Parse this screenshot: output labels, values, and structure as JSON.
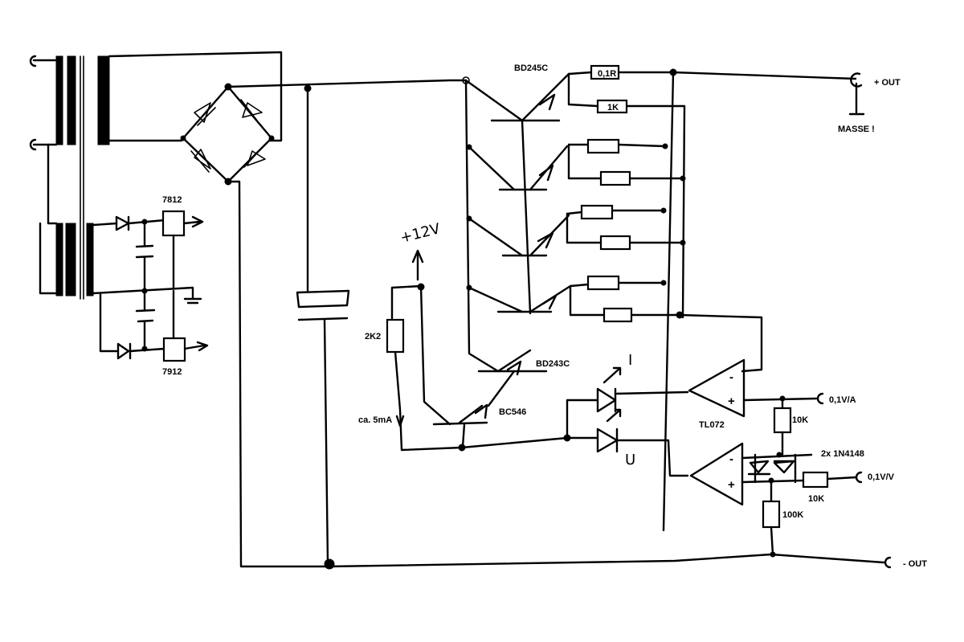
{
  "labels": {
    "top_transistor": "BD245C",
    "shunt_resistor": "0,1R",
    "emitter_resistor": "1K",
    "out_plus": "+ OUT",
    "ground": "MASSE !",
    "reg_pos": "7812",
    "reg_neg": "7912",
    "supply_12v": "+12V",
    "r_2k2": "2K2",
    "current_note": "ca. 5mA",
    "driver_transistor": "BD243C",
    "small_transistor": "BC546",
    "led_i": "I",
    "led_u": "U",
    "opamp": "TL072",
    "out_current": "0,1V/A",
    "out_voltage": "0,1V/V",
    "r_10k_a": "10K",
    "r_10k_b": "10K",
    "r_100k": "100K",
    "diodes": "2x 1N4148",
    "out_minus": "- OUT",
    "op_minus_1": "-",
    "op_plus_1": "+",
    "op_minus_2": "-",
    "op_plus_2": "+"
  }
}
